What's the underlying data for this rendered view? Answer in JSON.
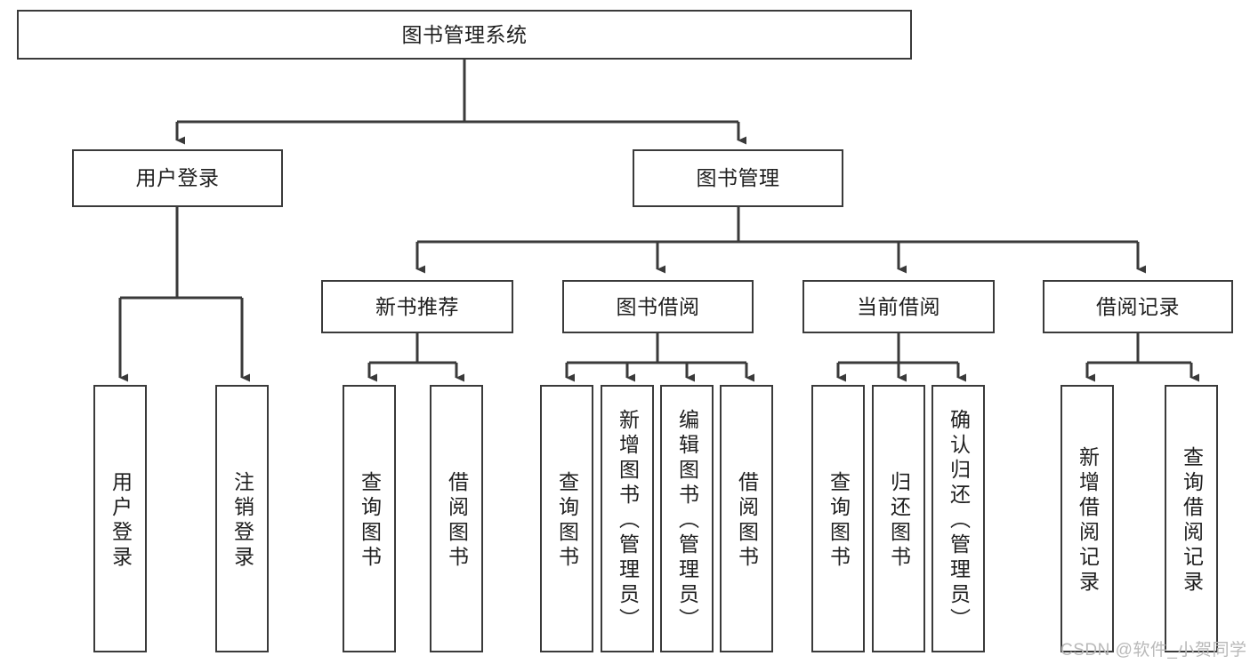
{
  "diagram": {
    "title": "图书管理系统",
    "type": "tree",
    "watermark": "CSDN @软件_小贺同学",
    "colors": {
      "node_border": "#3a3a3a",
      "node_fill": "#ffffff",
      "connector": "#3a3a3a",
      "text": "#1f1f1f",
      "watermark": "#b9b9b9"
    },
    "nodes": {
      "root": {
        "label": "图书管理系统"
      },
      "level2": [
        {
          "id": "user-login",
          "label": "用户登录"
        },
        {
          "id": "book-management",
          "label": "图书管理"
        }
      ],
      "level3": [
        {
          "id": "new-book-recommend",
          "label": "新书推荐"
        },
        {
          "id": "book-borrow",
          "label": "图书借阅"
        },
        {
          "id": "current-borrow",
          "label": "当前借阅"
        },
        {
          "id": "borrow-record",
          "label": "借阅记录"
        }
      ],
      "leaves": {
        "user-login": [
          {
            "id": "leaf-user-login",
            "label": "用户登录"
          },
          {
            "id": "leaf-logout-login",
            "label": "注销登录"
          }
        ],
        "new-book-recommend": [
          {
            "id": "leaf-query-book-1",
            "label": "查询图书"
          },
          {
            "id": "leaf-borrow-book-1",
            "label": "借阅图书"
          }
        ],
        "book-borrow": [
          {
            "id": "leaf-query-book-2",
            "label": "查询图书"
          },
          {
            "id": "leaf-add-book",
            "label": "新增图书（管理员）"
          },
          {
            "id": "leaf-edit-book",
            "label": "编辑图书（管理员）"
          },
          {
            "id": "leaf-borrow-book-2",
            "label": "借阅图书"
          }
        ],
        "current-borrow": [
          {
            "id": "leaf-query-book-3",
            "label": "查询图书"
          },
          {
            "id": "leaf-return-book",
            "label": "归还图书"
          },
          {
            "id": "leaf-confirm-return",
            "label": "确认归还（管理员）"
          }
        ],
        "borrow-record": [
          {
            "id": "leaf-add-record",
            "label": "新增借阅记录"
          },
          {
            "id": "leaf-query-record",
            "label": "查询借阅记录"
          }
        ]
      }
    }
  }
}
